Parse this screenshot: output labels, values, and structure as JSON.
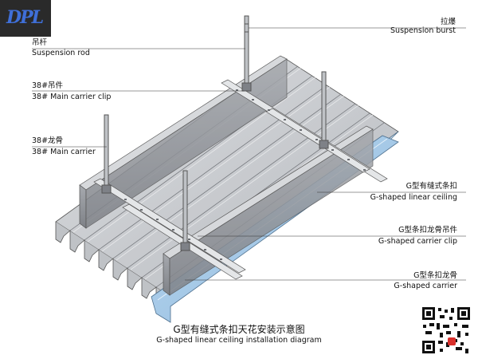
{
  "logo": {
    "text": "DPL"
  },
  "labels": {
    "suspension_burst": {
      "zh": "拉爆",
      "en": "Suspension burst"
    },
    "suspension_rod": {
      "zh": "吊杆",
      "en": "Suspension rod"
    },
    "main_carrier_clip": {
      "zh": "38#吊件",
      "en": "38#  Main carrier clip"
    },
    "main_carrier": {
      "zh": "38#龙骨",
      "en": "38# Main carrier"
    },
    "linear_ceiling": {
      "zh": "G型有缝式条扣",
      "en": "G-shaped linear ceiling"
    },
    "carrier_clip": {
      "zh": "G型条扣龙骨吊件",
      "en": "G-shaped carrier clip"
    },
    "carrier": {
      "zh": "G型条扣龙骨",
      "en": "G-shaped carrier"
    }
  },
  "caption": {
    "zh": "G型有缝式条扣天花安装示意图",
    "en": "G-shaped linear ceiling installation diagram"
  },
  "colors": {
    "panel": "#c9cbcf",
    "panel_dark": "#9ea1a6",
    "blue": "#a8cbe8",
    "steel": "#8a8d92",
    "logo_bg": "#2a2a2a"
  }
}
